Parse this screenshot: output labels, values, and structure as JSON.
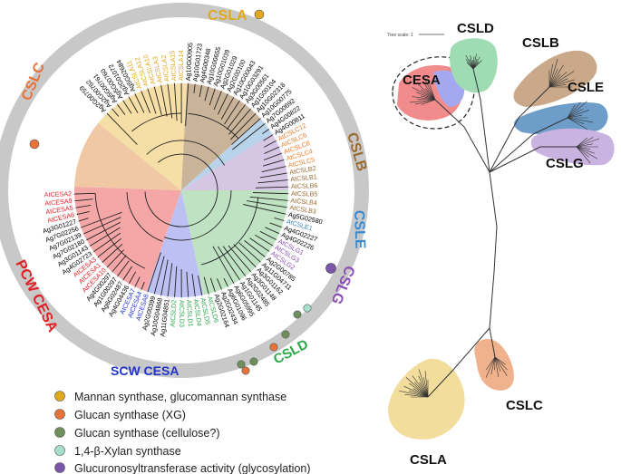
{
  "circular_tree": {
    "clades": {
      "csla": "CSLA",
      "cslc": "CSLC",
      "cslb": "CSLB",
      "csle": "CSLE",
      "cslg": "CSLG",
      "csld": "CSLD",
      "pcw_cesa": "PCW CESA",
      "scw_cesa": "SCW CESA"
    },
    "colors": {
      "csla": "#f5dfa6",
      "cslc": "#f0c9a4",
      "cslb": "#c9b49a",
      "csle": "#b9d3ea",
      "cslg": "#d5c6e4",
      "csld": "#bfe3c2",
      "pcw_cesa": "#f5a7a7",
      "scw_cesa": "#bcc0f3",
      "ring": "#c8c8c8"
    },
    "gene_groups": [
      {
        "color": "#000000",
        "genes": [
          "Ag2G00759",
          "Ag2G00762",
          "Ag5G00761",
          "Ag5G00760",
          "Ag2G01072",
          "Ag5G02684"
        ]
      },
      {
        "color": "#e0a81c",
        "genes": [
          "AtCSLA11",
          "AtCSLA12",
          "AtCSLA10",
          "AtCSLA3",
          "AtCSLA2",
          "AtCSLA15",
          "AtCSLA14"
        ]
      },
      {
        "color": "#000000",
        "genes": [
          "Ag10G00905",
          "Ag10G01723",
          "Ag4G00348",
          "Ag10G00655",
          "Ag10G01039",
          "Ag2G01029",
          "Ag2G00100",
          "Ag10G00043",
          "Ag10G03291"
        ]
      },
      {
        "color": "#000000",
        "genes": [
          "Ag3G00561",
          "Ag1G00104",
          "Ag10G02318",
          "Ag10G00775",
          "Ag7G00692",
          "Ag4G00822",
          "Ag4G00811"
        ]
      },
      {
        "color": "#f07b25",
        "genes": [
          "AtCSLC12",
          "AtCSLC6",
          "AtCSLC8",
          "AtCSLC4",
          "AtCSLC5"
        ]
      },
      {
        "color": "#9a6b32",
        "genes": [
          "AtCSLB2",
          "AtCSLB1",
          "AtCSLB6",
          "AtCSLB5",
          "AtCSLB4",
          "AtCSLB3"
        ]
      },
      {
        "color": "#000000",
        "genes": [
          "Ag5G02580"
        ]
      },
      {
        "color": "#3a8ad0",
        "genes": [
          "AtCSLE1"
        ]
      },
      {
        "color": "#000000",
        "genes": [
          "Ag4G02227",
          "Ag4G02226"
        ]
      },
      {
        "color": "#8a4db5",
        "genes": [
          "AtCSLG1",
          "AtCSLG3",
          "AtCSLG2"
        ]
      },
      {
        "color": "#000000",
        "genes": [
          "Ag2G00785",
          "Ag11G04711",
          "Ag3G01162",
          "Ag3G01148",
          "Ag2G02485",
          "Ag1G01145",
          "Ag6G05995",
          "Ag6G01096",
          "Ag2G02434",
          "Ag2G02164"
        ]
      },
      {
        "color": "#2ca84a",
        "genes": [
          "AtCSLD6",
          "AtCSLD5",
          "AtCSLD4",
          "AtCSLD1",
          "AtCSLD3",
          "AtCSLD2"
        ]
      },
      {
        "color": "#000000",
        "genes": [
          "Ag11G04851",
          "Ag10G04868",
          "Ag2G00399"
        ]
      },
      {
        "color": "#2233cc",
        "genes": [
          "AtCESA8",
          "AtCESA4",
          "AtCESA7"
        ]
      },
      {
        "color": "#000000",
        "genes": [
          "Ag4G04436",
          "Ag6G02487",
          "Ag1G00297",
          "Ag4G00297"
        ]
      },
      {
        "color": "#e01f26",
        "genes": [
          "AtCESA10",
          "AtCESA1",
          "AtCESA3"
        ]
      },
      {
        "color": "#000000",
        "genes": [
          "Ag4G02723",
          "Ag3G01143",
          "Ag7G02180",
          "Ag7G02139",
          "Ag7G02256",
          "Ag3G01227"
        ]
      },
      {
        "color": "#e01f26",
        "genes": [
          "AtCESA6",
          "AtCESA5",
          "AtCESA9",
          "AtCESA2"
        ]
      }
    ]
  },
  "legend": [
    {
      "label": "Mannan synthase, glucomannan synthase",
      "color": "#e0a81c",
      "icon": "circle"
    },
    {
      "label": "Glucan synthase (XG)",
      "color": "#e8733a",
      "icon": "circle"
    },
    {
      "label": "Glucan synthase (cellulose?)",
      "color": "#6f8f5a",
      "icon": "circle"
    },
    {
      "label": "1,4-β-Xylan synthase",
      "color": "#a6e0cc",
      "icon": "circle"
    },
    {
      "label": "Glucuronosyltransferase activity (glycosylation)",
      "color": "#7a55a8",
      "icon": "circle"
    }
  ],
  "unrooted_tree": {
    "scale_label": "Tree scale: 1",
    "clades": {
      "cesa": "CESA",
      "csld": "CSLD",
      "cslb": "CSLB",
      "csle": "CSLE",
      "cslg": "CSLG",
      "cslc": "CSLC",
      "csla": "CSLA"
    },
    "colors": {
      "cesa_red": "#f28c8c",
      "cesa_blue": "#a4a8ef",
      "csld": "#9fdcb4",
      "cslb": "#c9a98a",
      "csle": "#6f9dca",
      "cslg": "#c9b3e0",
      "cslc": "#f0b28c",
      "csla": "#f3dd9c"
    }
  }
}
